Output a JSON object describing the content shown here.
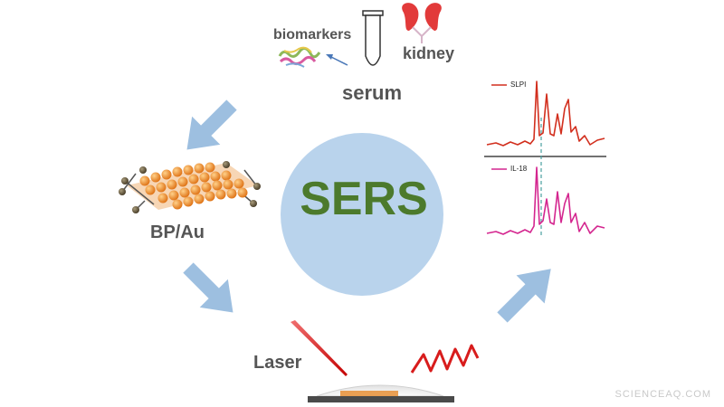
{
  "labels": {
    "biomarkers": "biomarkers",
    "kidney": "kidney",
    "serum": "serum",
    "bp_au": "BP/Au",
    "laser": "Laser",
    "sers": "SERS"
  },
  "spectra": {
    "top": {
      "legend": "SLPI",
      "color": "#d22f1e"
    },
    "bottom": {
      "legend": "IL-18",
      "color": "#d4268f"
    }
  },
  "colors": {
    "circle": "#b9d3ec",
    "arrow": "#9dbfe0",
    "sers_text": "#4c7a2c",
    "gold": "#f0912a",
    "kidney": "#e23a3a",
    "wave": "#d81c1c"
  },
  "watermark": "SCIENCEAQ.COM"
}
